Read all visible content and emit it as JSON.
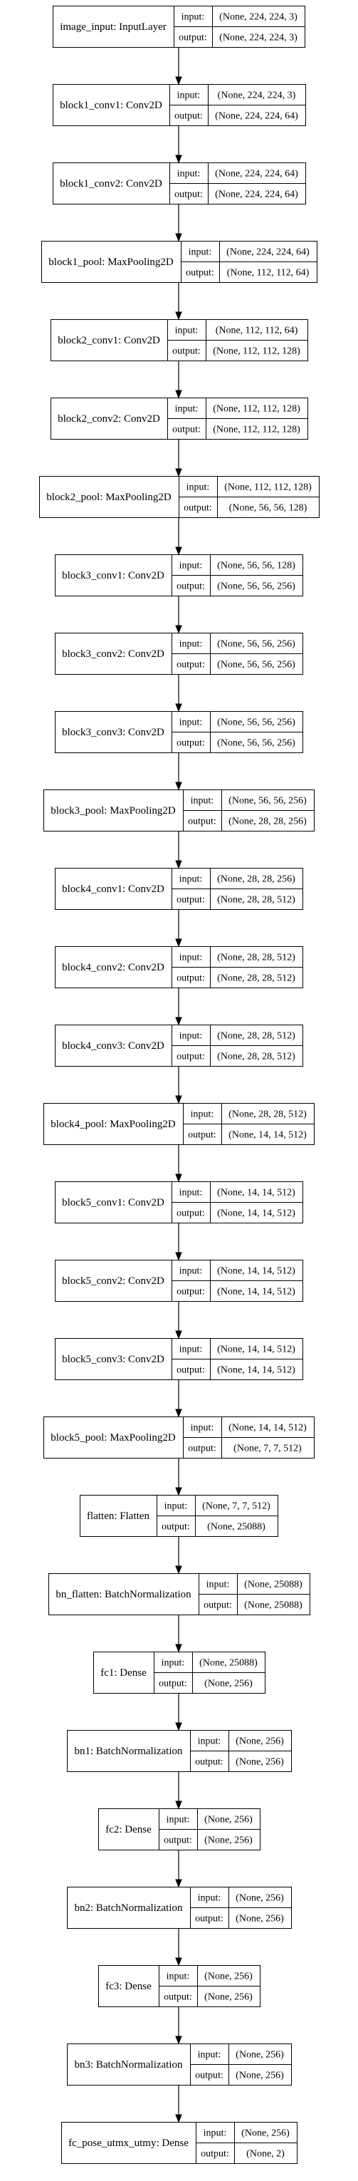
{
  "io_labels": {
    "input": "input:",
    "output": "output:"
  },
  "layers": [
    {
      "name": "image_input: InputLayer",
      "input": "(None, 224, 224, 3)",
      "output": "(None, 224, 224, 3)"
    },
    {
      "name": "block1_conv1: Conv2D",
      "input": "(None, 224, 224, 3)",
      "output": "(None, 224, 224, 64)"
    },
    {
      "name": "block1_conv2: Conv2D",
      "input": "(None, 224, 224, 64)",
      "output": "(None, 224, 224, 64)"
    },
    {
      "name": "block1_pool: MaxPooling2D",
      "input": "(None, 224, 224, 64)",
      "output": "(None, 112, 112, 64)"
    },
    {
      "name": "block2_conv1: Conv2D",
      "input": "(None, 112, 112, 64)",
      "output": "(None, 112, 112, 128)"
    },
    {
      "name": "block2_conv2: Conv2D",
      "input": "(None, 112, 112, 128)",
      "output": "(None, 112, 112, 128)"
    },
    {
      "name": "block2_pool: MaxPooling2D",
      "input": "(None, 112, 112, 128)",
      "output": "(None, 56, 56, 128)"
    },
    {
      "name": "block3_conv1: Conv2D",
      "input": "(None, 56, 56, 128)",
      "output": "(None, 56, 56, 256)"
    },
    {
      "name": "block3_conv2: Conv2D",
      "input": "(None, 56, 56, 256)",
      "output": "(None, 56, 56, 256)"
    },
    {
      "name": "block3_conv3: Conv2D",
      "input": "(None, 56, 56, 256)",
      "output": "(None, 56, 56, 256)"
    },
    {
      "name": "block3_pool: MaxPooling2D",
      "input": "(None, 56, 56, 256)",
      "output": "(None, 28, 28, 256)"
    },
    {
      "name": "block4_conv1: Conv2D",
      "input": "(None, 28, 28, 256)",
      "output": "(None, 28, 28, 512)"
    },
    {
      "name": "block4_conv2: Conv2D",
      "input": "(None, 28, 28, 512)",
      "output": "(None, 28, 28, 512)"
    },
    {
      "name": "block4_conv3: Conv2D",
      "input": "(None, 28, 28, 512)",
      "output": "(None, 28, 28, 512)"
    },
    {
      "name": "block4_pool: MaxPooling2D",
      "input": "(None, 28, 28, 512)",
      "output": "(None, 14, 14, 512)"
    },
    {
      "name": "block5_conv1: Conv2D",
      "input": "(None, 14, 14, 512)",
      "output": "(None, 14, 14, 512)"
    },
    {
      "name": "block5_conv2: Conv2D",
      "input": "(None, 14, 14, 512)",
      "output": "(None, 14, 14, 512)"
    },
    {
      "name": "block5_conv3: Conv2D",
      "input": "(None, 14, 14, 512)",
      "output": "(None, 14, 14, 512)"
    },
    {
      "name": "block5_pool: MaxPooling2D",
      "input": "(None, 14, 14, 512)",
      "output": "(None, 7, 7, 512)"
    },
    {
      "name": "flatten: Flatten",
      "input": "(None, 7, 7, 512)",
      "output": "(None, 25088)"
    },
    {
      "name": "bn_flatten: BatchNormalization",
      "input": "(None, 25088)",
      "output": "(None, 25088)"
    },
    {
      "name": "fc1: Dense",
      "input": "(None, 25088)",
      "output": "(None, 256)"
    },
    {
      "name": "bn1: BatchNormalization",
      "input": "(None, 256)",
      "output": "(None, 256)"
    },
    {
      "name": "fc2: Dense",
      "input": "(None, 256)",
      "output": "(None, 256)"
    },
    {
      "name": "bn2: BatchNormalization",
      "input": "(None, 256)",
      "output": "(None, 256)"
    },
    {
      "name": "fc3: Dense",
      "input": "(None, 256)",
      "output": "(None, 256)"
    },
    {
      "name": "bn3: BatchNormalization",
      "input": "(None, 256)",
      "output": "(None, 256)"
    },
    {
      "name": "fc_pose_utmx_utmy: Dense",
      "input": "(None, 256)",
      "output": "(None, 2)"
    }
  ]
}
